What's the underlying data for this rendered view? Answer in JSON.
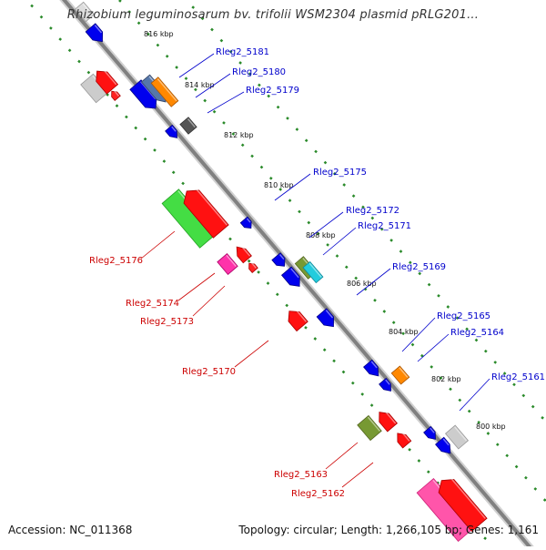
{
  "header": {
    "title": "Rhizobium leguminosarum bv. trifolii WSM2304 plasmid pRLG201..."
  },
  "footer": {
    "accession": "Accession: NC_011368",
    "topology": "Topology: circular; Length: 1,266,105 bp; Genes: 1,161"
  },
  "colors": {
    "forward_label": "#0000cc",
    "reverse_label": "#cc0000",
    "backbone": "#888888",
    "tick_dots": "#2a8a2a"
  },
  "kbp_ticks": [
    "816 kbp",
    "814 kbp",
    "812 kbp",
    "810 kbp",
    "808 kbp",
    "806 kbp",
    "804 kbp",
    "802 kbp",
    "800 kbp"
  ],
  "forward_genes": [
    "Rleg2_5181",
    "Rleg2_5180",
    "Rleg2_5179",
    "Rleg2_5175",
    "Rleg2_5172",
    "Rleg2_5171",
    "Rleg2_5169",
    "Rleg2_5165",
    "Rleg2_5164",
    "Rleg2_5161"
  ],
  "reverse_genes": [
    "Rleg2_5176",
    "Rleg2_5174",
    "Rleg2_5173",
    "Rleg2_5170",
    "Rleg2_5163",
    "Rleg2_5162"
  ]
}
